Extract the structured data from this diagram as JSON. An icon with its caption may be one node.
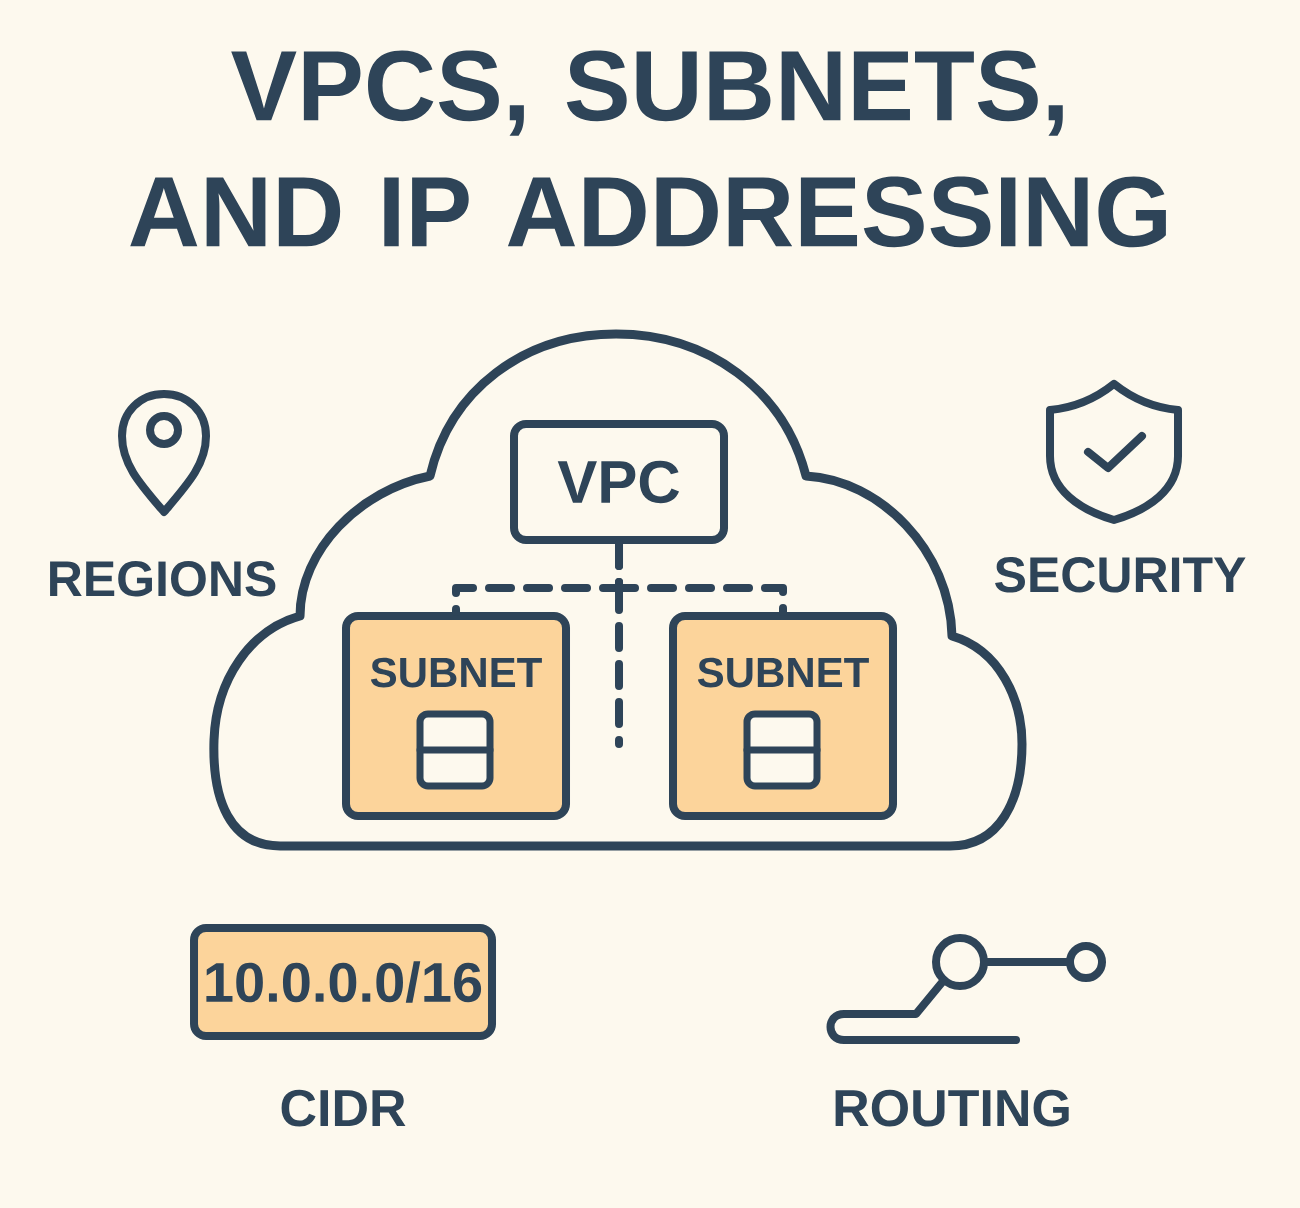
{
  "diagram": {
    "title": "VPCS, SUBNETS, AND IP ADDRESSING",
    "nodes": [
      {
        "text": [],
        "shape": "cloud"
      },
      {
        "text": [
          "VPC"
        ],
        "in": 0
      },
      {
        "text": [
          "SUBNET"
        ],
        "in": 0
      },
      {
        "text": [
          "SUBNET"
        ],
        "in": 0
      },
      {
        "text": [
          "10.0.0.0/16"
        ],
        "beside": [
          "CIDR"
        ]
      }
    ],
    "edges": [
      {
        "from": 1,
        "to": 2,
        "arrow": "none",
        "style": "dashed"
      },
      {
        "from": 1,
        "to": 3,
        "arrow": "none",
        "style": "dashed"
      }
    ],
    "labels": [
      "REGIONS",
      "SECURITY",
      "ROUTING"
    ]
  }
}
